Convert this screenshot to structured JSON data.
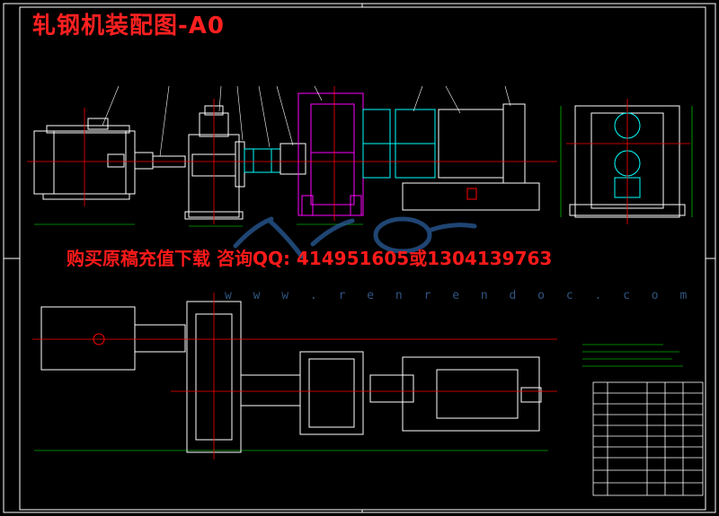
{
  "title": "轧钢机装配图-A0",
  "promo": "购买原稿充值下载 咨询QQ: 414951605或1304139763",
  "watermark": {
    "url": "w w w . r e n r e n d o c . c o m",
    "logo": "人人文库"
  },
  "colors": {
    "background": "#000000",
    "frame": "#ffffff",
    "outline": "#00ff00",
    "center_line": "#ff0000",
    "hatch": "#ff00ff",
    "parts": "#00ffff",
    "annotation": "#ff2020"
  }
}
